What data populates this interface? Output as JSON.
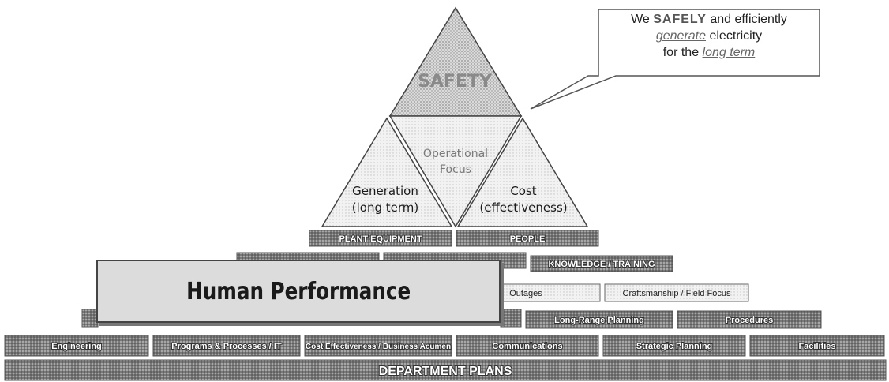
{
  "callout": {
    "line1_pre": "We",
    "line1_strong": "SAFELY",
    "line1_post": "and efficiently",
    "line2_em": "generate",
    "line2_post": "electricity",
    "line3_pre": "for the",
    "line3_em": "long term"
  },
  "triangles": {
    "top": "SAFETY",
    "middle_line1": "Operational",
    "middle_line2": "Focus",
    "left_line1": "Generation",
    "left_line2": "(long term)",
    "right_line1": "Cost",
    "right_line2": "(effectiveness)"
  },
  "rows": {
    "row1": [
      "PLANT EQUIPMENT",
      "PEOPLE"
    ],
    "row2": [
      "",
      "",
      "KNOWLEDGE / TRAINING"
    ],
    "row3": [
      "Outages",
      "Craftsmanship / Field Focus"
    ],
    "row4": [
      "Long-Range Planning",
      "Procedures"
    ],
    "row5": [
      "Engineering",
      "Programs & Processes / IT",
      "Cost Effectiveness / Business Acumen",
      "Communications",
      "Strategic Planning",
      "Facilities"
    ],
    "base": "DEPARTMENT PLANS"
  },
  "overlay": {
    "label": "Human Performance"
  },
  "colors": {
    "bar": "#8a8a8a",
    "bar_light": "#e8e8e8",
    "triangle_fill": "#d6d6d6",
    "outline": "#444444"
  }
}
